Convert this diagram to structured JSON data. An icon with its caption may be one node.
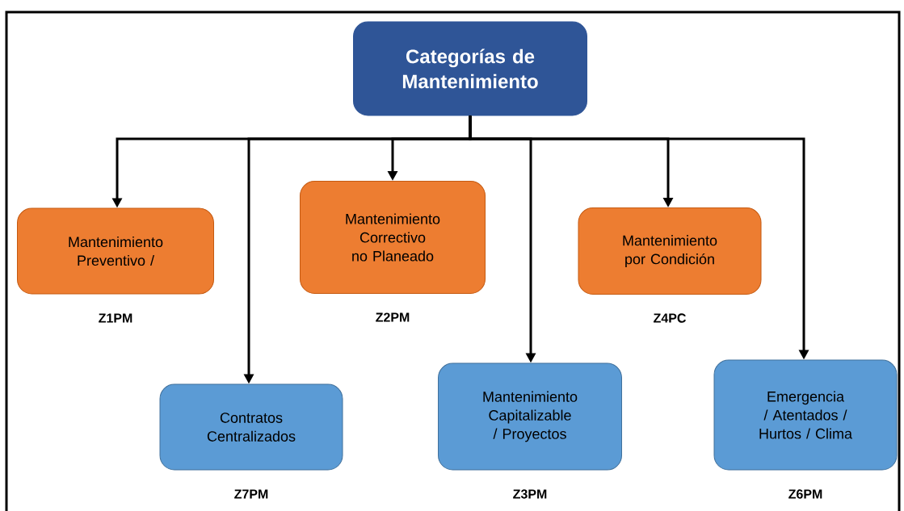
{
  "diagram": {
    "nodes": [
      {
        "text": [
          "Categorías de Mantenimiento"
        ]
      },
      {
        "text": [
          "Mantenimiento Preventivo /"
        ],
        "beside": [
          "Z1PM"
        ]
      },
      {
        "text": [
          "Mantenimiento Correctivo no Planeado"
        ],
        "beside": [
          "Z2PM"
        ]
      },
      {
        "text": [
          "Mantenimiento por Condición"
        ],
        "beside": [
          "Z4PC"
        ]
      },
      {
        "text": [
          "Contratos Centralizados"
        ],
        "beside": [
          "Z7PM"
        ]
      },
      {
        "text": [
          "Mantenimiento Capitalizable / Proyectos"
        ],
        "beside": [
          "Z3PM"
        ]
      },
      {
        "text": [
          "Emergencia / Atentados / Hurtos / Clima"
        ],
        "beside": [
          "Z6PM"
        ]
      }
    ],
    "edges": [
      {
        "from": 0,
        "to": 1,
        "arrow": "to"
      },
      {
        "from": 0,
        "to": 4,
        "arrow": "to"
      },
      {
        "from": 0,
        "to": 2,
        "arrow": "to"
      },
      {
        "from": 0,
        "to": 5,
        "arrow": "to"
      },
      {
        "from": 0,
        "to": 3,
        "arrow": "to"
      },
      {
        "from": 0,
        "to": 6,
        "arrow": "to"
      }
    ]
  }
}
